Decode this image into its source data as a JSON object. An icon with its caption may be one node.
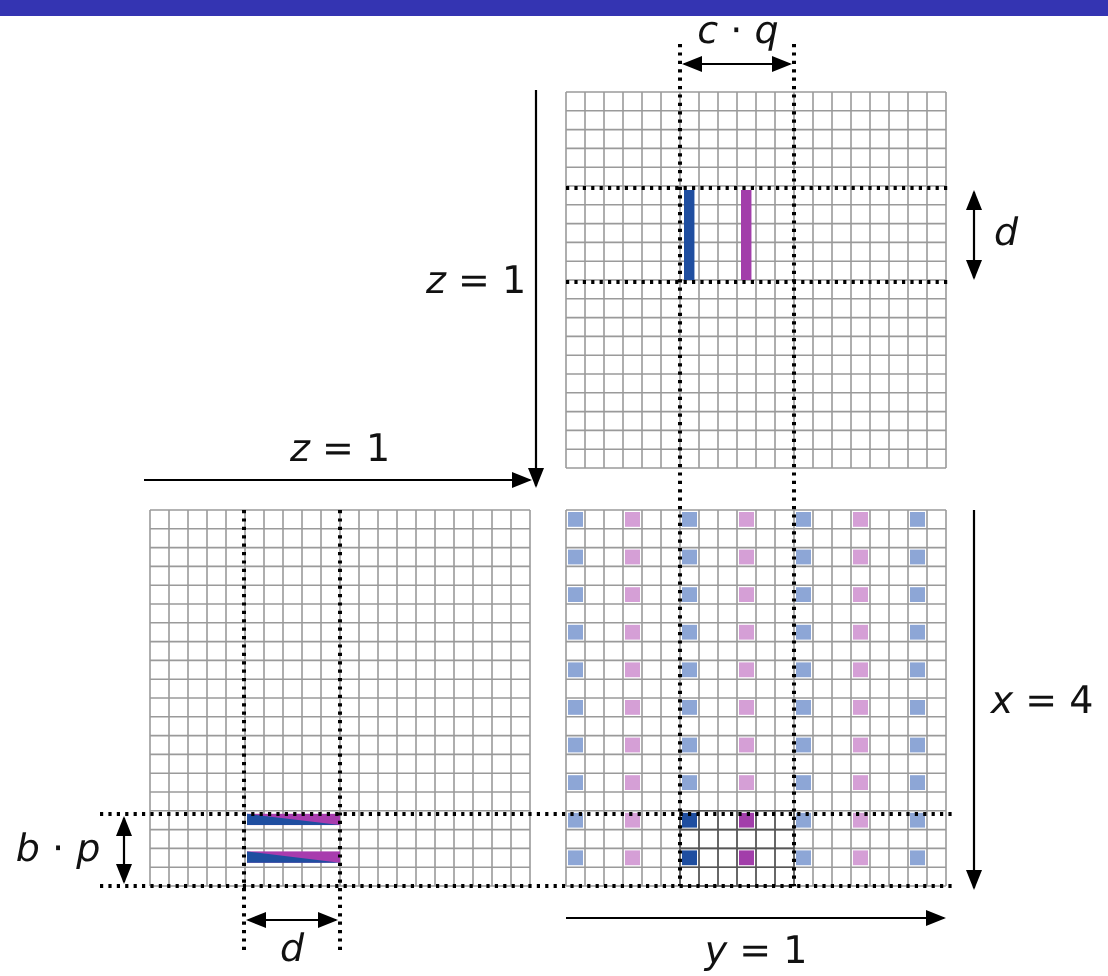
{
  "diagram": {
    "labels": [
      "*c* · *q*",
      "*z* = 1",
      "d",
      "*z* = 1",
      "*x* = 4",
      "*b* · *p*",
      "d",
      "*y* = 1"
    ]
  }
}
